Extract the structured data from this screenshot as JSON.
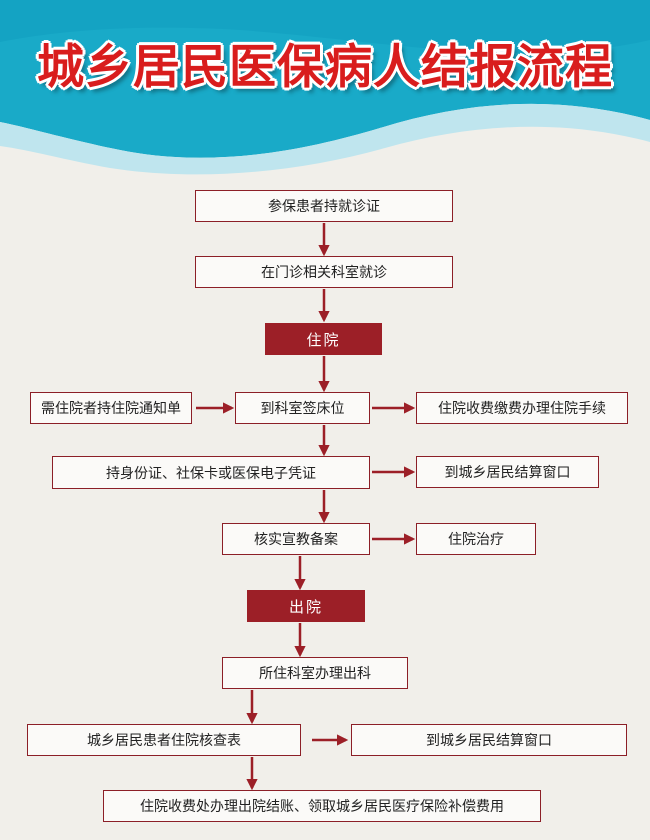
{
  "header": {
    "title": "城乡居民医保病人结报流程"
  },
  "colors": {
    "header_cyan": "#19aac8",
    "title_red": "#d91d1d",
    "flow_dark_red": "#9c1f27"
  },
  "steps": {
    "step_1": "参保患者持就诊证",
    "step_2": "在门诊相关科室就诊",
    "section_admission": "住院",
    "step_need_admission": "需住院者持住院通知单",
    "step_bed_registration": "到科室签床位",
    "step_pay_deposit": "住院收费缴费办理住院手续",
    "step_id_card": "持身份证、社保卡或医保电子凭证",
    "step_settlement_window_1": "到城乡居民结算窗口",
    "step_verify_record": "核实宣教备案",
    "step_treatment": "住院治疗",
    "section_discharge": "出院",
    "step_discharge_dept": "所住科室办理出科",
    "step_verification_form": "城乡居民患者住院核查表",
    "step_settlement_window_2": "到城乡居民结算窗口",
    "step_final": "住院收费处办理出院结账、领取城乡居民医疗保险补偿费用"
  }
}
